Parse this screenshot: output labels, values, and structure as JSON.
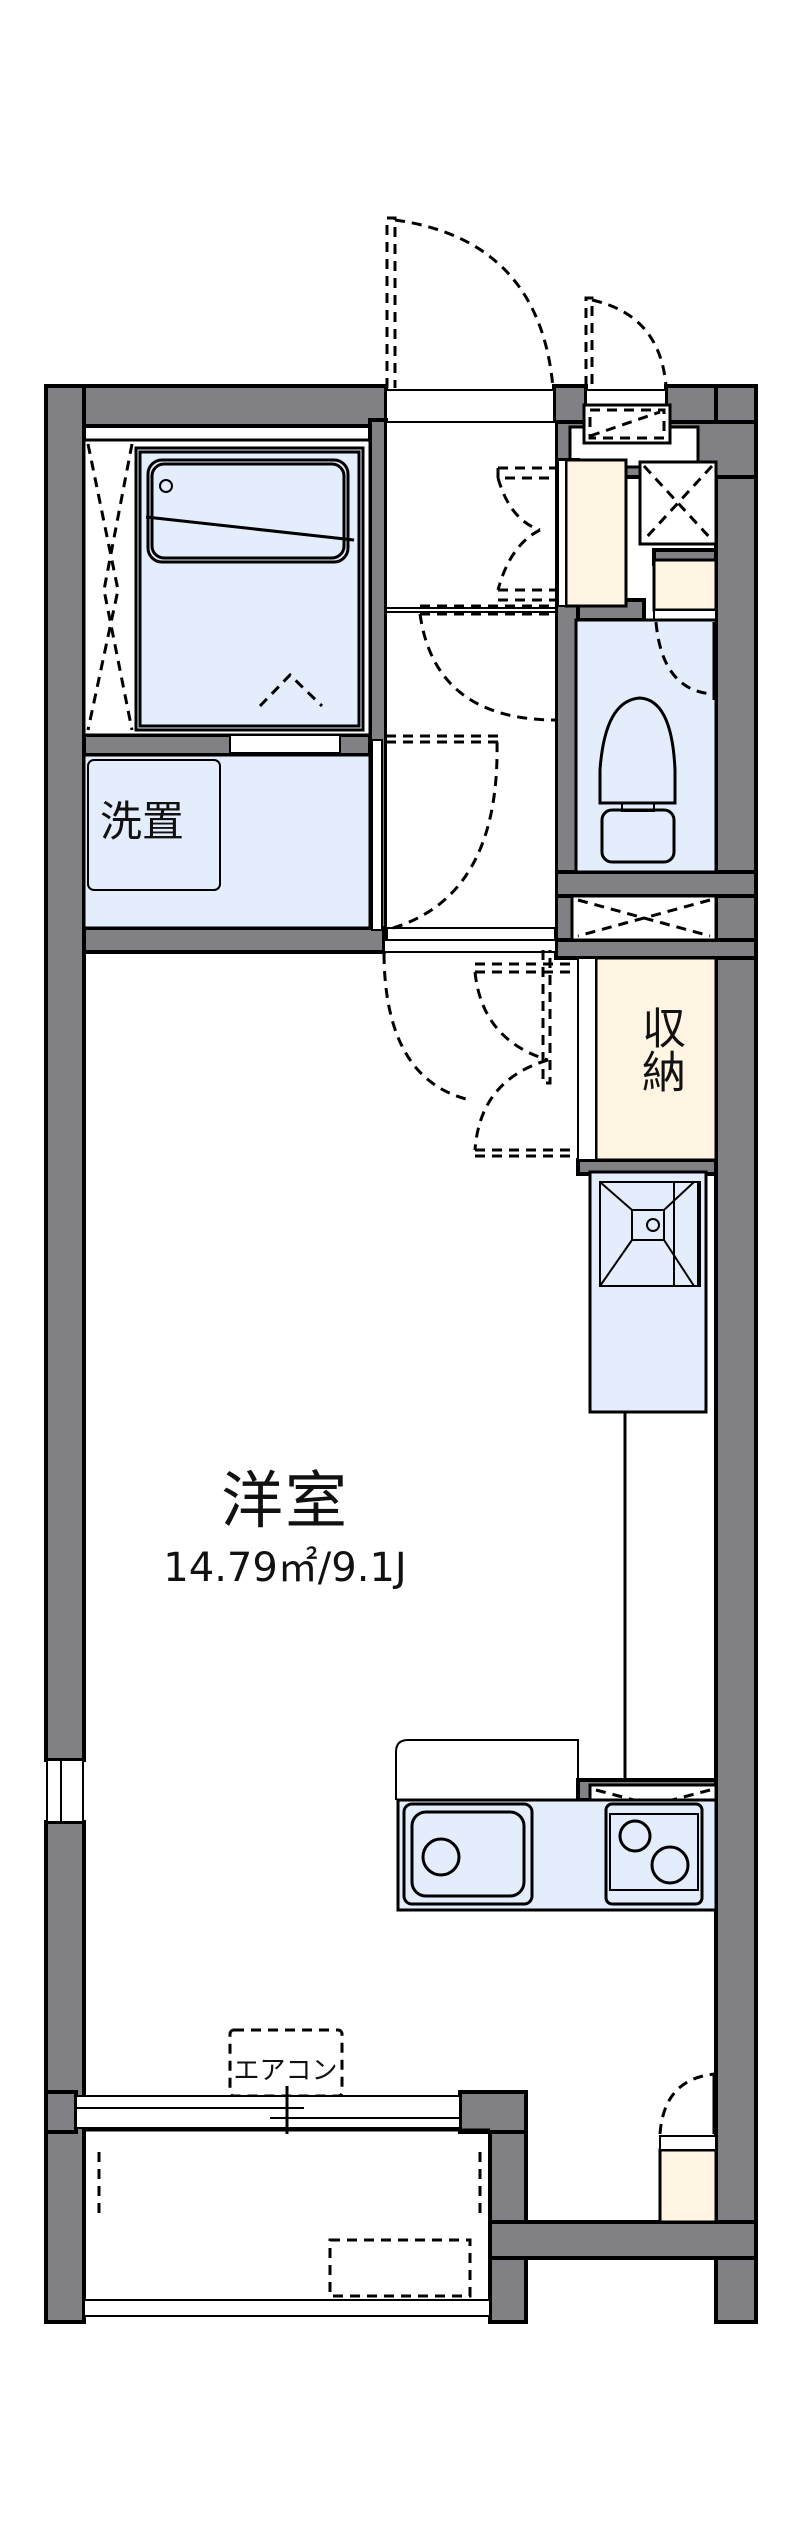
{
  "floor_plan": {
    "main_room": {
      "name": "洋室",
      "area": "14.79㎡/9.1J"
    },
    "labels": {
      "washer_space": "洗置",
      "storage": "収納",
      "air_conditioner": "エアコン"
    },
    "colors": {
      "wall": "#808085",
      "wet_area": "#e3edfb",
      "storage_fill": "#fff5e2",
      "line": "#000000",
      "background": "#ffffff"
    }
  }
}
